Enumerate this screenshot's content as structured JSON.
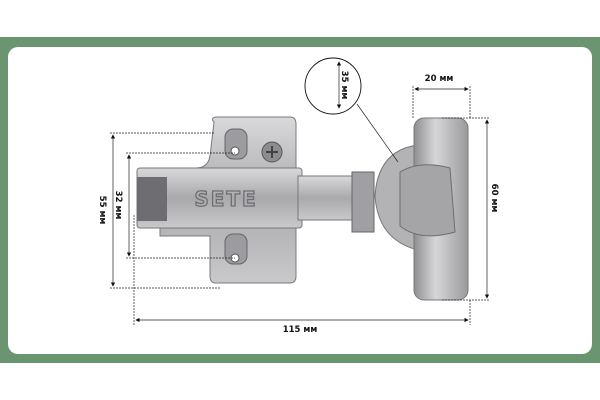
{
  "product": {
    "brand_logo": "SETE"
  },
  "dimensions": {
    "plate_height": "55 мм",
    "hole_spacing": "32 мм",
    "overall_length": "115 мм",
    "cover_height": "60 мм",
    "cover_width": "20 мм",
    "cup_diameter": "35 мм"
  },
  "colors": {
    "frame": "#6b9470",
    "panel": "#ffffff",
    "metal": "#b9b9bb"
  }
}
